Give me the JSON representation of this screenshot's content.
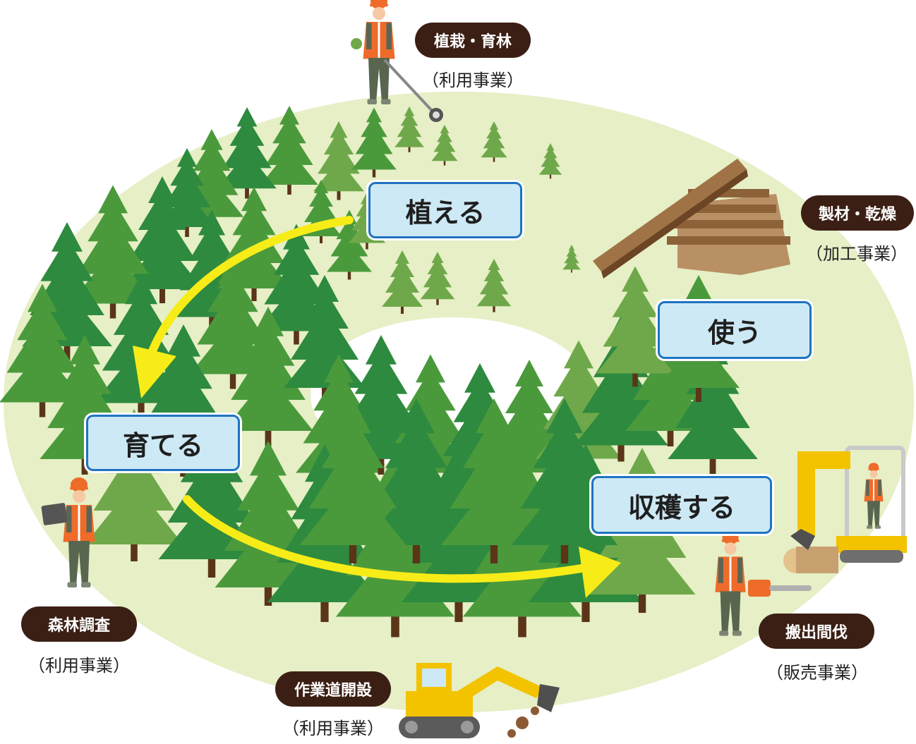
{
  "stages": {
    "plant": "植える",
    "grow": "育てる",
    "harvest": "収穫する",
    "use": "使う"
  },
  "activities": {
    "planting": {
      "label": "植栽・育林",
      "category": "（利用事業）"
    },
    "sawmill": {
      "label": "製材・乾燥",
      "category": "（加工事業）"
    },
    "survey": {
      "label": "森林調査",
      "category": "（利用事業）"
    },
    "road": {
      "label": "作業道開設",
      "category": "（利用事業）"
    },
    "logging": {
      "label": "搬出間伐",
      "category": "（販売事業）"
    }
  },
  "colors": {
    "field": "#e6efc6",
    "tree_dark": "#2e8a3e",
    "tree_mid": "#4a9a3c",
    "tree_light": "#6fa84a",
    "trunk": "#5a3518",
    "arrow": "#f7ec18",
    "box_fill": "#cde9f5",
    "box_border": "#1f73c2",
    "pill": "#3b1f14",
    "vest": "#ef6b2a",
    "machine": "#f3c300"
  },
  "icons": [
    "worker-brushcutter-icon",
    "lumber-stack-icon",
    "worker-tablet-icon",
    "excavator-icon",
    "forestry-machine-icon",
    "worker-chainsaw-icon"
  ]
}
